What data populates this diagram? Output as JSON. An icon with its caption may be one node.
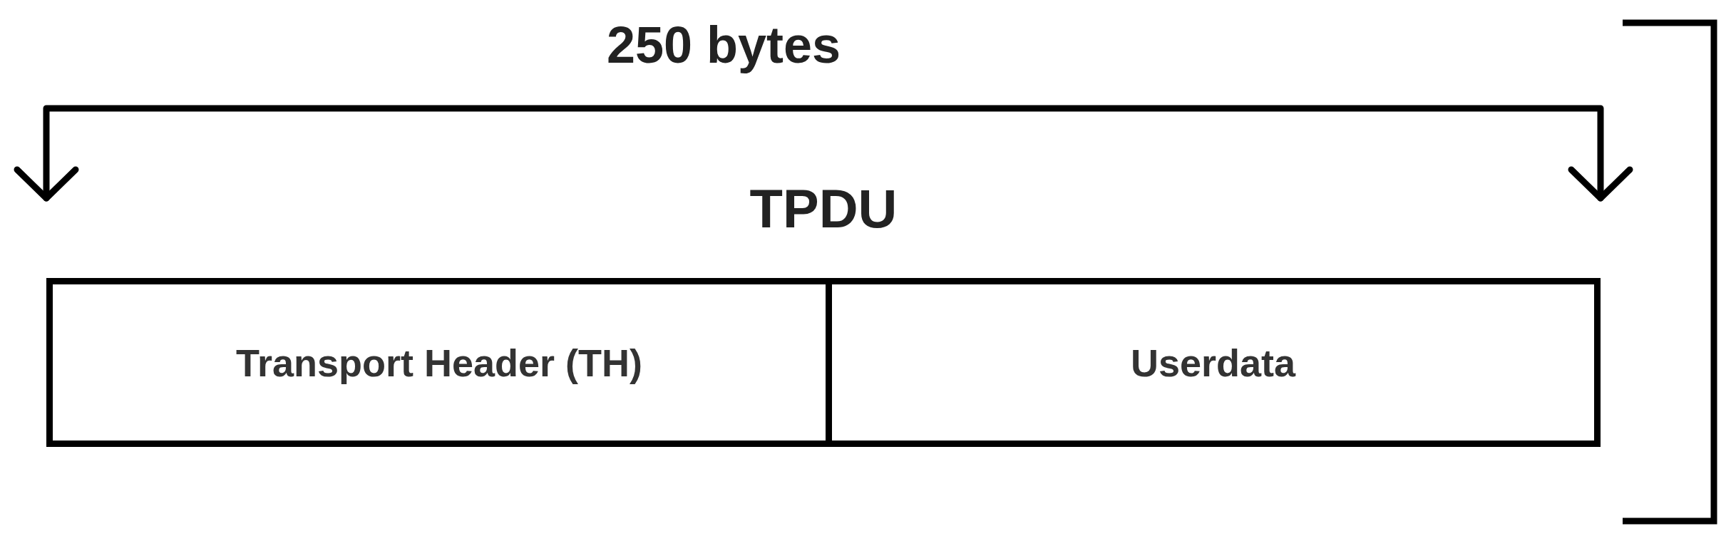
{
  "diagram": {
    "nodes": [
      {
        "text": [
          "TPDU"
        ]
      },
      {
        "text": [
          "Transport Header (TH)"
        ],
        "in": 0
      },
      {
        "text": [
          "Userdata"
        ],
        "in": 0
      }
    ],
    "labels": [
      "250 bytes"
    ]
  }
}
